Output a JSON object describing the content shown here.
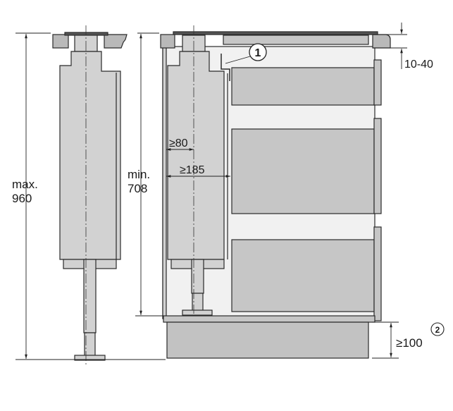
{
  "labels": {
    "max_label": "max.",
    "max_value": "960",
    "min_label": "min.",
    "min_value": "708",
    "gap_80": "≥80",
    "gap_185": "≥185",
    "worktop_offset": "10-40",
    "plinth_height": "≥100",
    "callout_1": "1",
    "callout_2": "2"
  },
  "colors": {
    "unit_fill": "#d2d2d2",
    "drawer_fill": "#c6c6c6",
    "cabinet_fill": "#f1f1f1",
    "worktop_fill": "#b9b9b9",
    "line": "#2a2a2a"
  }
}
